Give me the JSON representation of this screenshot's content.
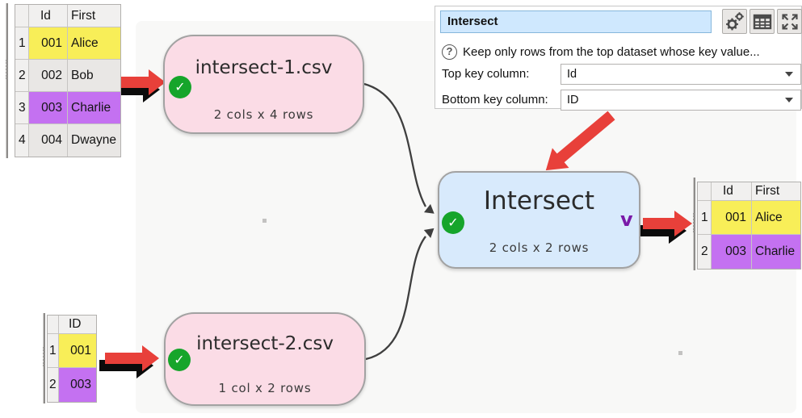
{
  "panel": {
    "title_value": "Intersect",
    "help_text": "Keep only rows from the top dataset whose key value...",
    "help_glyph": "?",
    "fields": [
      {
        "label": "Top key column:",
        "value": "Id"
      },
      {
        "label": "Bottom key column:",
        "value": "ID"
      }
    ]
  },
  "canvas": {
    "nodes": [
      {
        "title": "intersect-1.csv",
        "subtitle": "2 cols x 4 rows"
      },
      {
        "title": "intersect-2.csv",
        "subtitle": "1 col x 2 rows"
      },
      {
        "title": "Intersect",
        "subtitle": "2 cols x 2 rows",
        "variant_indicator": "v"
      }
    ],
    "check_glyph": "✓"
  },
  "tables": {
    "input1": {
      "headers": [
        "Id",
        "First"
      ],
      "rows": [
        {
          "num": "1",
          "id": "001",
          "first": "Alice",
          "highlight": "yellow"
        },
        {
          "num": "2",
          "id": "002",
          "first": "Bob",
          "highlight": "none"
        },
        {
          "num": "3",
          "id": "003",
          "first": "Charlie",
          "highlight": "purple"
        },
        {
          "num": "4",
          "id": "004",
          "first": "Dwayne",
          "highlight": "none"
        }
      ]
    },
    "input2": {
      "headers": [
        "ID"
      ],
      "rows": [
        {
          "num": "1",
          "id": "001",
          "highlight": "yellow"
        },
        {
          "num": "2",
          "id": "003",
          "highlight": "purple"
        }
      ]
    },
    "output": {
      "headers": [
        "Id",
        "First"
      ],
      "rows": [
        {
          "num": "1",
          "id": "001",
          "first": "Alice",
          "highlight": "yellow"
        },
        {
          "num": "2",
          "id": "003",
          "first": "Charlie",
          "highlight": "purple"
        }
      ]
    }
  },
  "colors": {
    "highlight_yellow": "#f8ee58",
    "highlight_purple": "#c471f1",
    "node_pink": "#fbdce6",
    "node_blue": "#d8eafc",
    "check_green": "#16a52b",
    "arrow_red": "#e8403a",
    "variant_purple": "#7a1aa8",
    "panel_title_blue": "#cfe8fe"
  }
}
